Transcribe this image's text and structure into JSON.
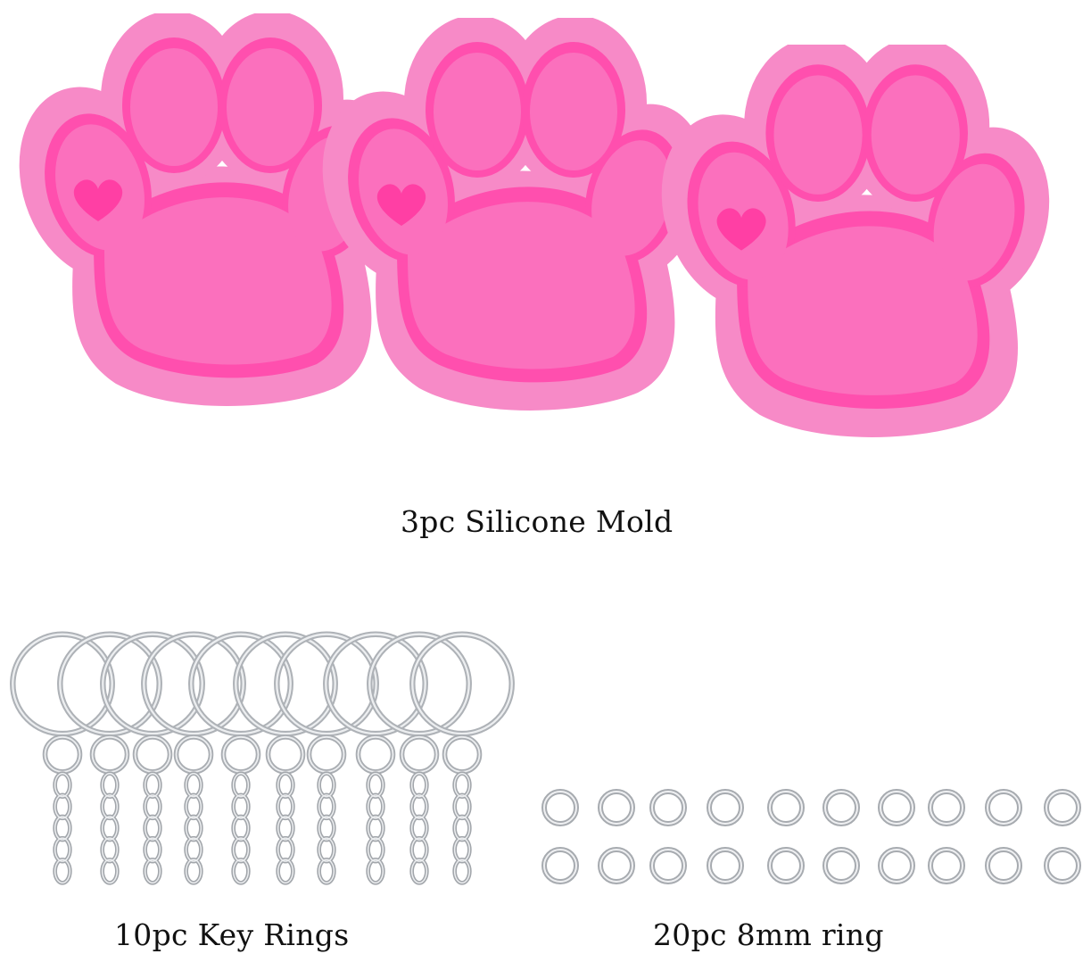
{
  "captions": {
    "mold": "3pc Silicone Mold",
    "key_rings": "10pc Key Rings",
    "jump_rings": "20pc 8mm ring"
  },
  "items": {
    "paw_mold_count": 3,
    "key_ring_count": 10,
    "jump_ring_count": 20
  },
  "colors": {
    "mold_outer": "#f78ac7",
    "mold_rim": "#ff4fae",
    "mold_cavity": "#fb70bd",
    "mold_deep": "#ff3fa4",
    "metal": "#c3c6ca",
    "metal_light": "#eeeff1",
    "caption": "#111111"
  }
}
